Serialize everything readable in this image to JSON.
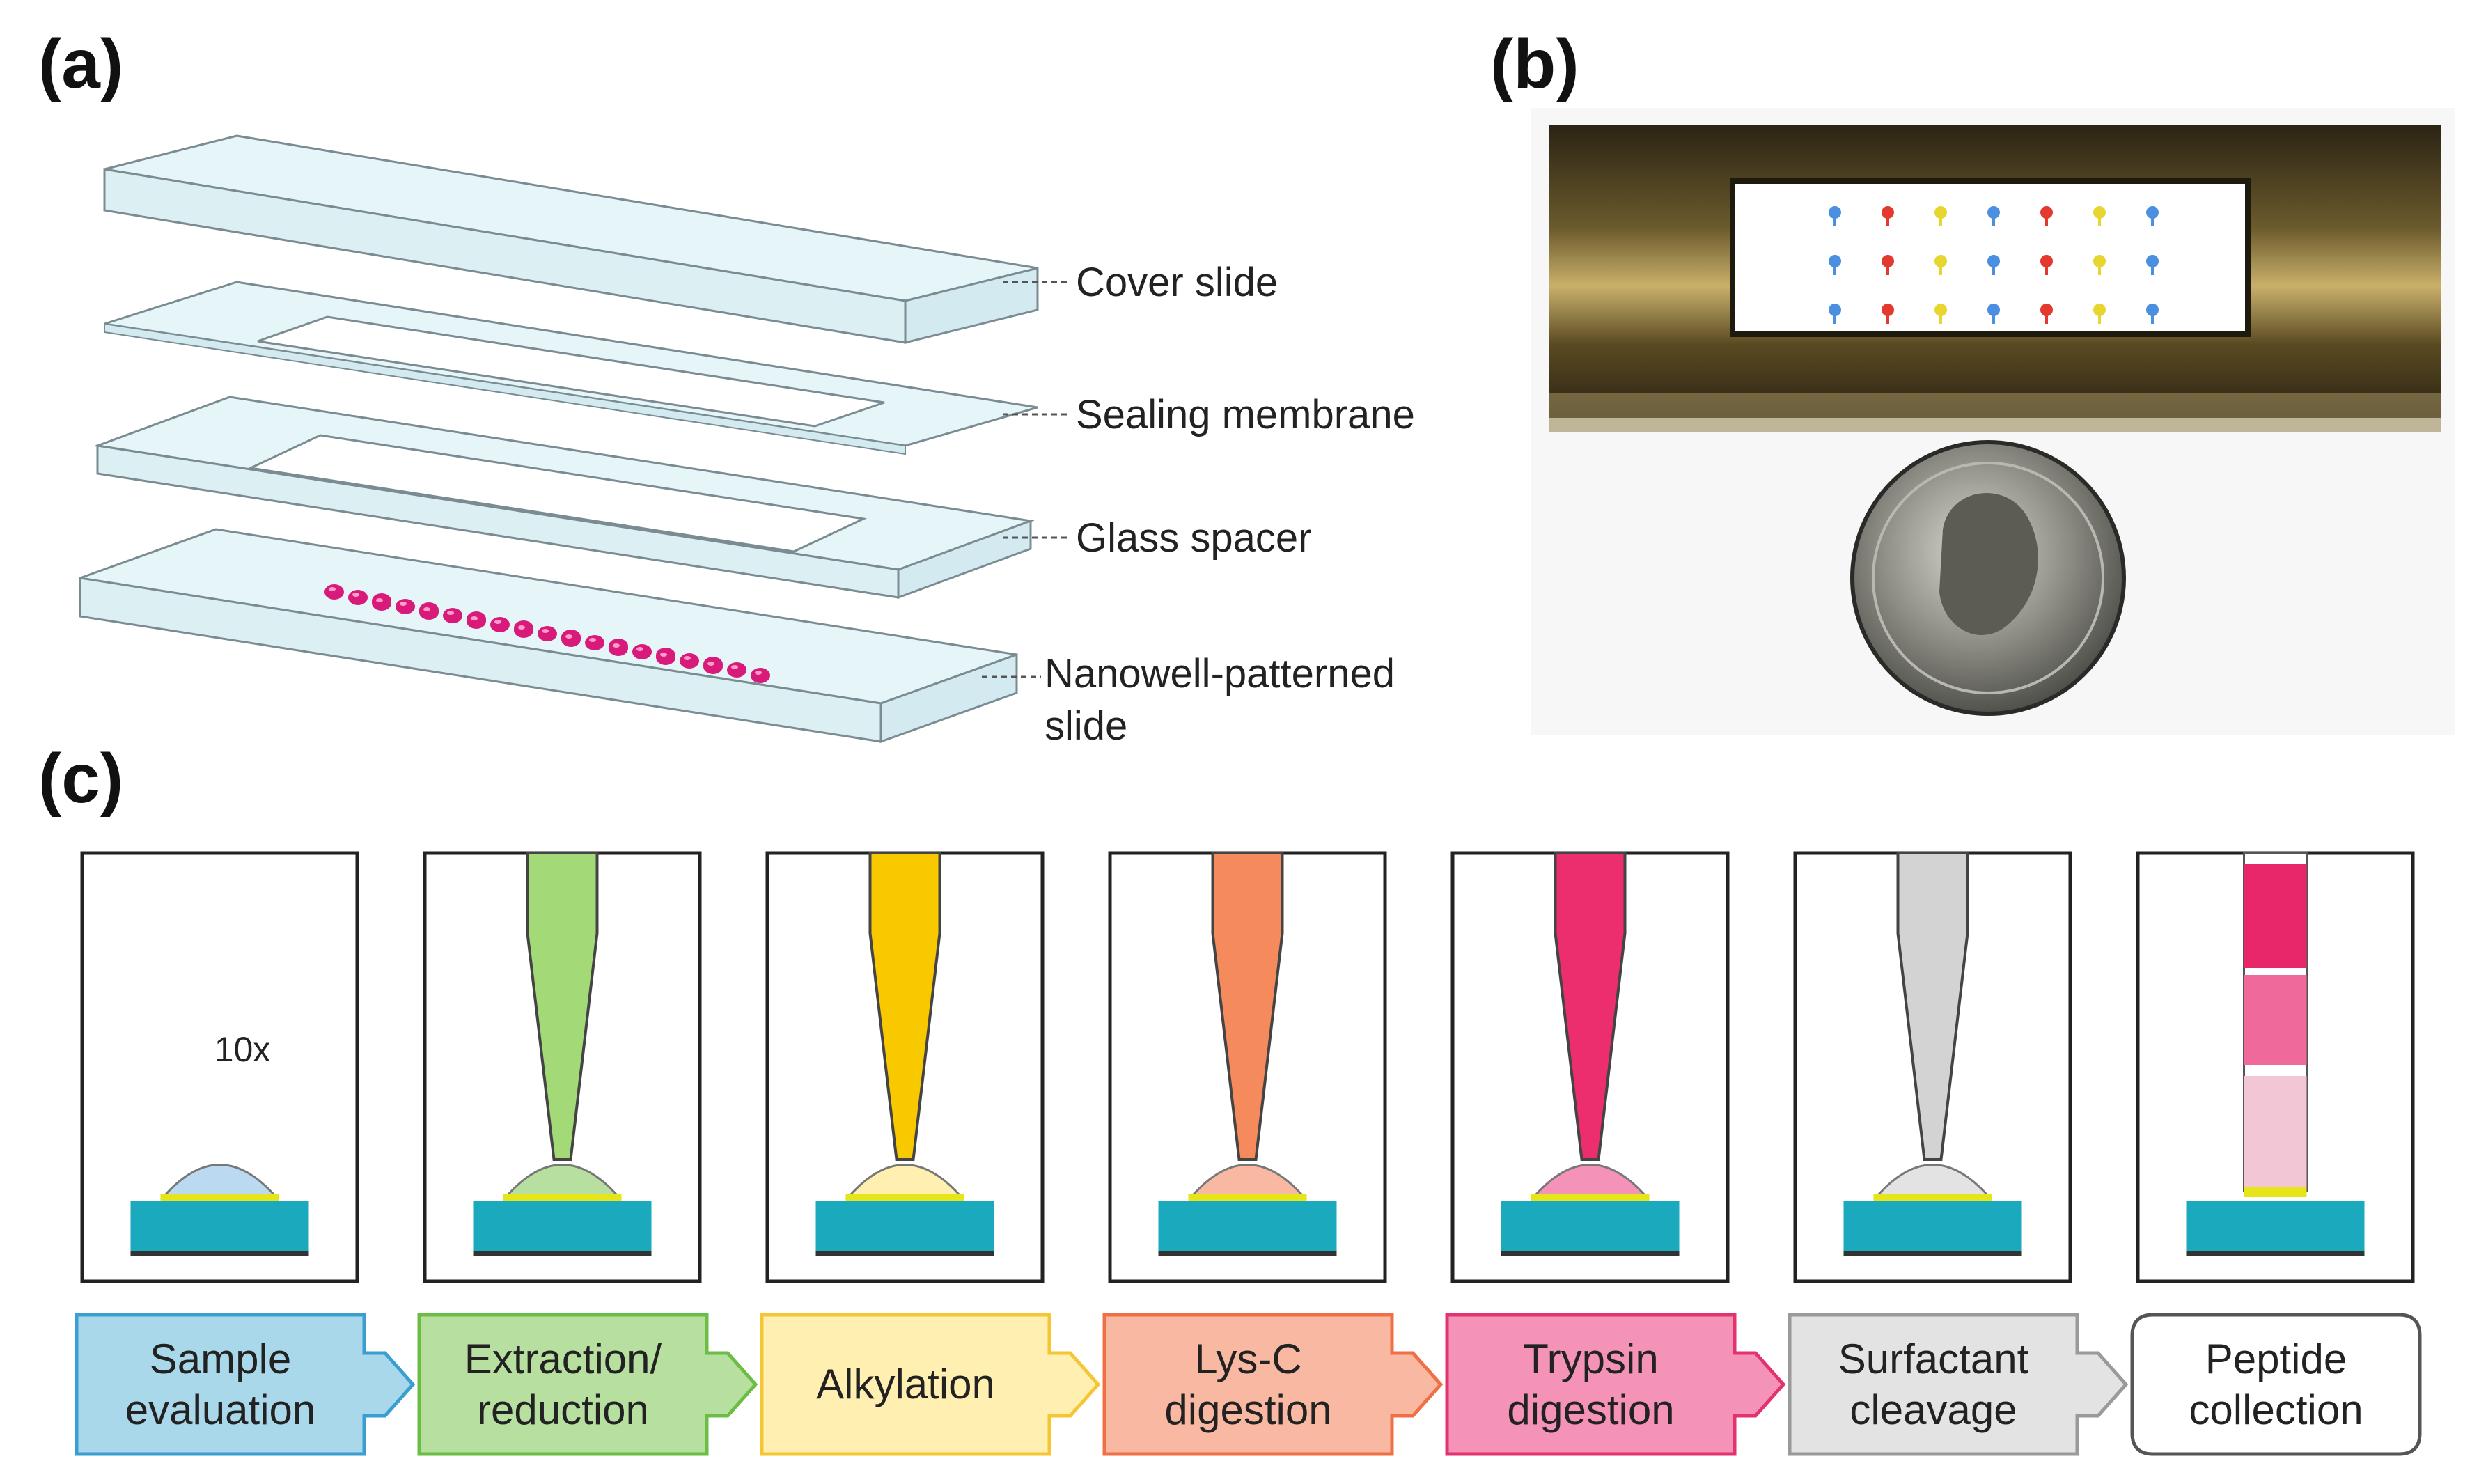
{
  "panels": {
    "a": "(a)",
    "b": "(b)",
    "c": "(c)"
  },
  "exploded_view": {
    "layers": [
      {
        "id": "cover",
        "label": "Cover slide"
      },
      {
        "id": "membrane",
        "label": "Sealing membrane"
      },
      {
        "id": "spacer",
        "label": "Glass spacer"
      },
      {
        "id": "nanowell",
        "label": "Nanowell-patterned\nslide"
      }
    ]
  },
  "objective_label": "10x",
  "process_steps": [
    {
      "id": "sample",
      "label": "Sample\nevaluation",
      "fill": "#a9d8ea",
      "stroke": "#3b9ed1",
      "reagent": null
    },
    {
      "id": "extraction",
      "label": "Extraction/\nreduction",
      "fill": "#b6dfa0",
      "stroke": "#6cbd45",
      "reagent": "#a3d977"
    },
    {
      "id": "alkylation",
      "label": "Alkylation",
      "fill": "#ffefb0",
      "stroke": "#f6c533",
      "reagent": "#f9c900"
    },
    {
      "id": "lysc",
      "label": "Lys-C\ndigestion",
      "fill": "#f8b8a1",
      "stroke": "#ef7046",
      "reagent": "#f58a5c"
    },
    {
      "id": "trypsin",
      "label": "Trypsin\ndigestion",
      "fill": "#f592b7",
      "stroke": "#e3336f",
      "reagent": "#ec2d6e"
    },
    {
      "id": "surfactant",
      "label": "Surfactant\ncleavage",
      "fill": "#e3e3e3",
      "stroke": "#9a9a9a",
      "reagent": "#d3d3d3"
    },
    {
      "id": "collection",
      "label": "Peptide\ncollection",
      "fill": "#ffffff",
      "stroke": "#555555",
      "reagent": null
    }
  ],
  "colors": {
    "substrate": "#1aa9bd",
    "glass": "#e5f5f8",
    "glass_edge": "#7a8c92",
    "well": "#d81b7a"
  }
}
